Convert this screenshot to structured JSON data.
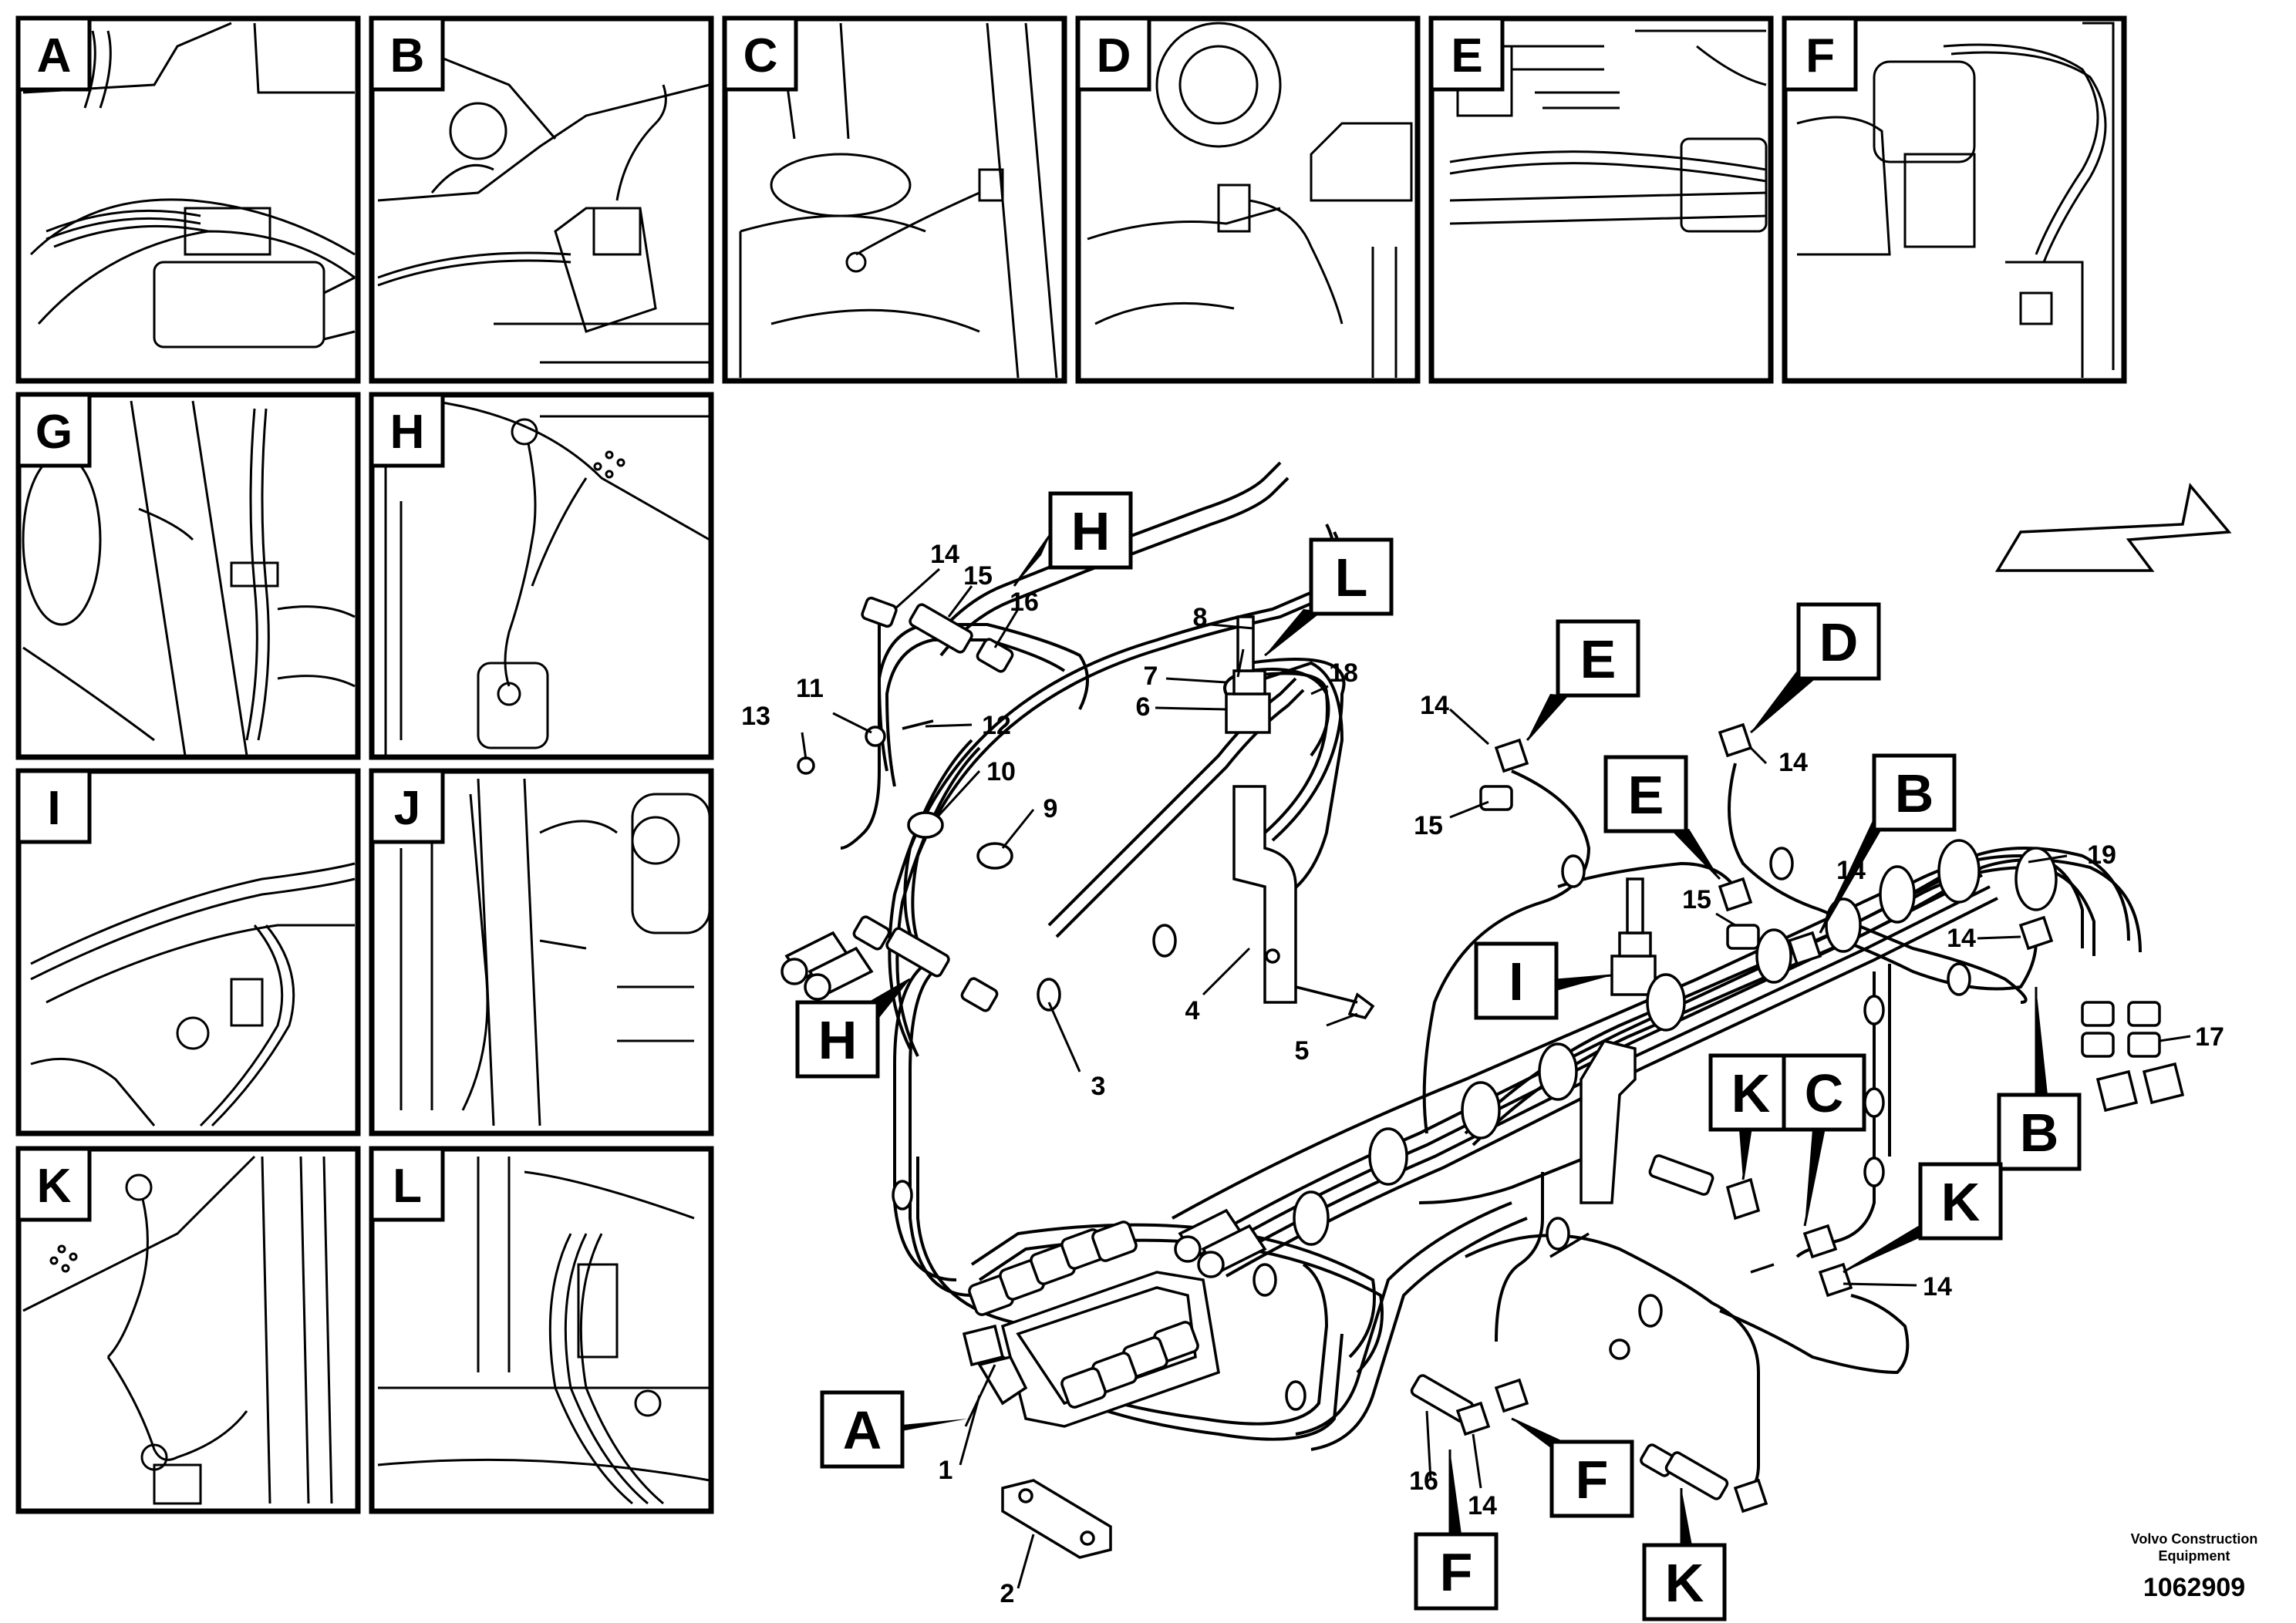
{
  "detail_panels": [
    {
      "letter": "A"
    },
    {
      "letter": "B"
    },
    {
      "letter": "C"
    },
    {
      "letter": "D"
    },
    {
      "letter": "E"
    },
    {
      "letter": "F"
    },
    {
      "letter": "G"
    },
    {
      "letter": "H"
    },
    {
      "letter": "I"
    },
    {
      "letter": "J"
    },
    {
      "letter": "K"
    },
    {
      "letter": "L"
    }
  ],
  "view_markers": [
    {
      "letter": "H"
    },
    {
      "letter": "L"
    },
    {
      "letter": "E"
    },
    {
      "letter": "D"
    },
    {
      "letter": "E"
    },
    {
      "letter": "B"
    },
    {
      "letter": "I"
    },
    {
      "letter": "H"
    },
    {
      "letter": "K"
    },
    {
      "letter": "C"
    },
    {
      "letter": "B"
    },
    {
      "letter": "K"
    },
    {
      "letter": "A"
    },
    {
      "letter": "F"
    },
    {
      "letter": "F"
    },
    {
      "letter": "K"
    }
  ],
  "part_numbers": [
    {
      "n": "14"
    },
    {
      "n": "15"
    },
    {
      "n": "16"
    },
    {
      "n": "8"
    },
    {
      "n": "18"
    },
    {
      "n": "7"
    },
    {
      "n": "6"
    },
    {
      "n": "13"
    },
    {
      "n": "11"
    },
    {
      "n": "12"
    },
    {
      "n": "10"
    },
    {
      "n": "9"
    },
    {
      "n": "14"
    },
    {
      "n": "15"
    },
    {
      "n": "14"
    },
    {
      "n": "15"
    },
    {
      "n": "14"
    },
    {
      "n": "19"
    },
    {
      "n": "14"
    },
    {
      "n": "17"
    },
    {
      "n": "4"
    },
    {
      "n": "5"
    },
    {
      "n": "3"
    },
    {
      "n": "14"
    },
    {
      "n": "1"
    },
    {
      "n": "2"
    },
    {
      "n": "16"
    },
    {
      "n": "14"
    }
  ],
  "credit": {
    "line1": "Volvo Construction",
    "line2": "Equipment",
    "code": "1062909"
  }
}
